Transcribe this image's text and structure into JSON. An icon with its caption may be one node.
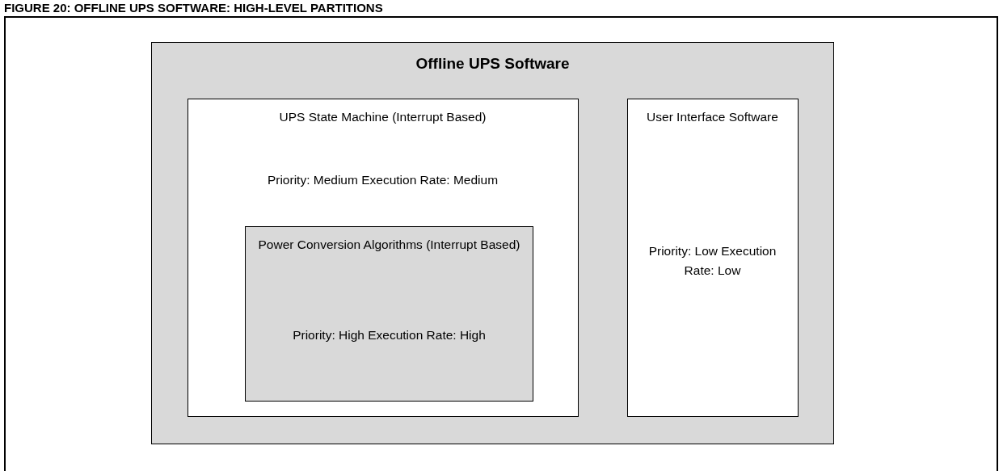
{
  "diagram": {
    "title": "FIGURE 20: OFFLINE UPS SOFTWARE: HIGH-LEVEL PARTITIONS",
    "nodes": [
      {
        "text": [
          "Offline UPS Software"
        ]
      },
      {
        "text": [
          "UPS State Machine (Interrupt Based)",
          "Priority: Medium Execution Rate: Medium"
        ],
        "in": 0
      },
      {
        "text": [
          "Power Conversion Algorithms (Interrupt Based)",
          "Priority: High Execution Rate: High"
        ],
        "in": 1
      },
      {
        "text": [
          "User Interface Software",
          "Priority: Low Execution Rate: Low"
        ],
        "in": 0
      }
    ]
  }
}
